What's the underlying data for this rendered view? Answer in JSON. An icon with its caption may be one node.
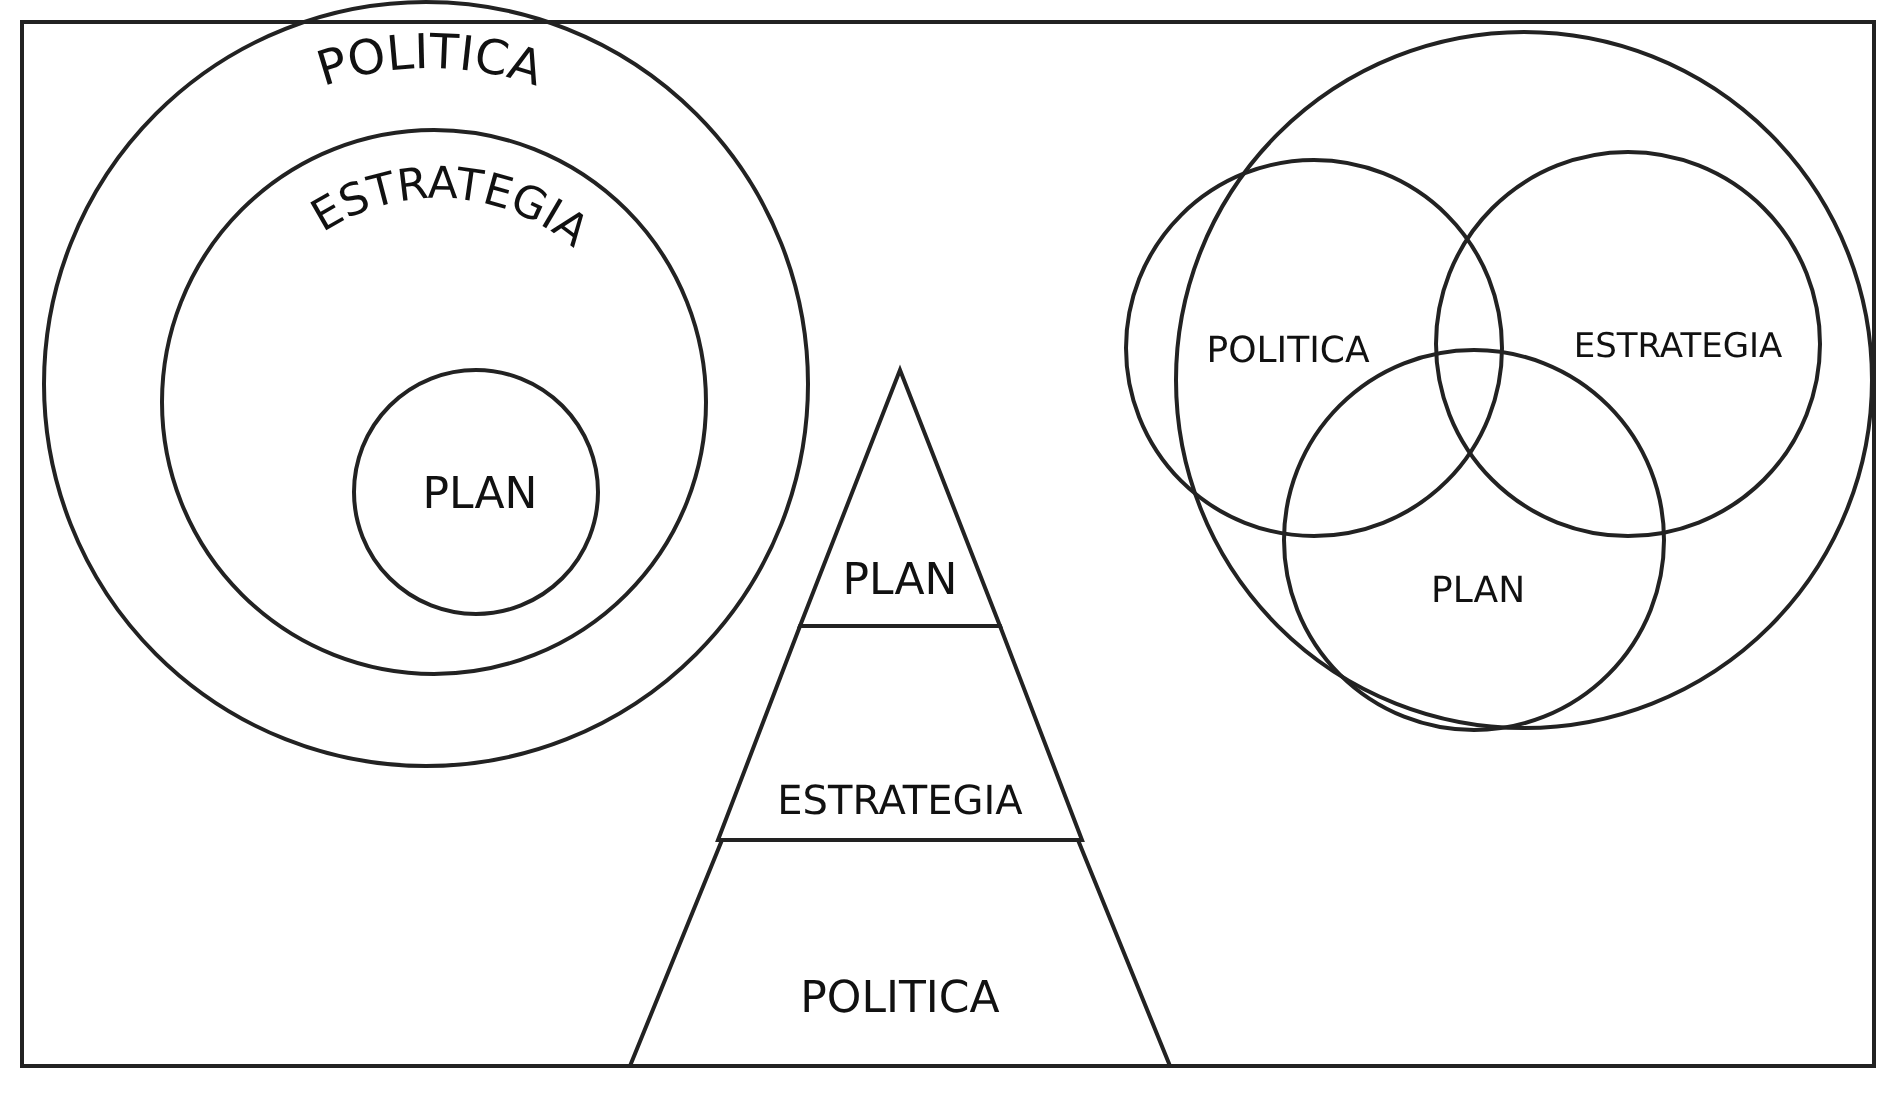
{
  "diagram": {
    "nodes": [
      {
        "text": [
          "POLITICA"
        ]
      },
      {
        "text": [
          "ESTRATEGIA"
        ],
        "in": 0
      },
      {
        "text": [
          "PLAN"
        ],
        "in": 1
      },
      {
        "text": [],
        "shape": "circle"
      },
      {
        "text": [
          "POLITICA"
        ],
        "in": 3
      },
      {
        "text": [
          "ESTRATEGIA"
        ],
        "in": 3
      },
      {
        "text": [
          "PLAN"
        ],
        "in": 3
      },
      {
        "text": [
          "PLAN"
        ]
      },
      {
        "text": [
          "ESTRATEGIA"
        ]
      },
      {
        "text": [
          "POLITICA"
        ]
      }
    ]
  }
}
